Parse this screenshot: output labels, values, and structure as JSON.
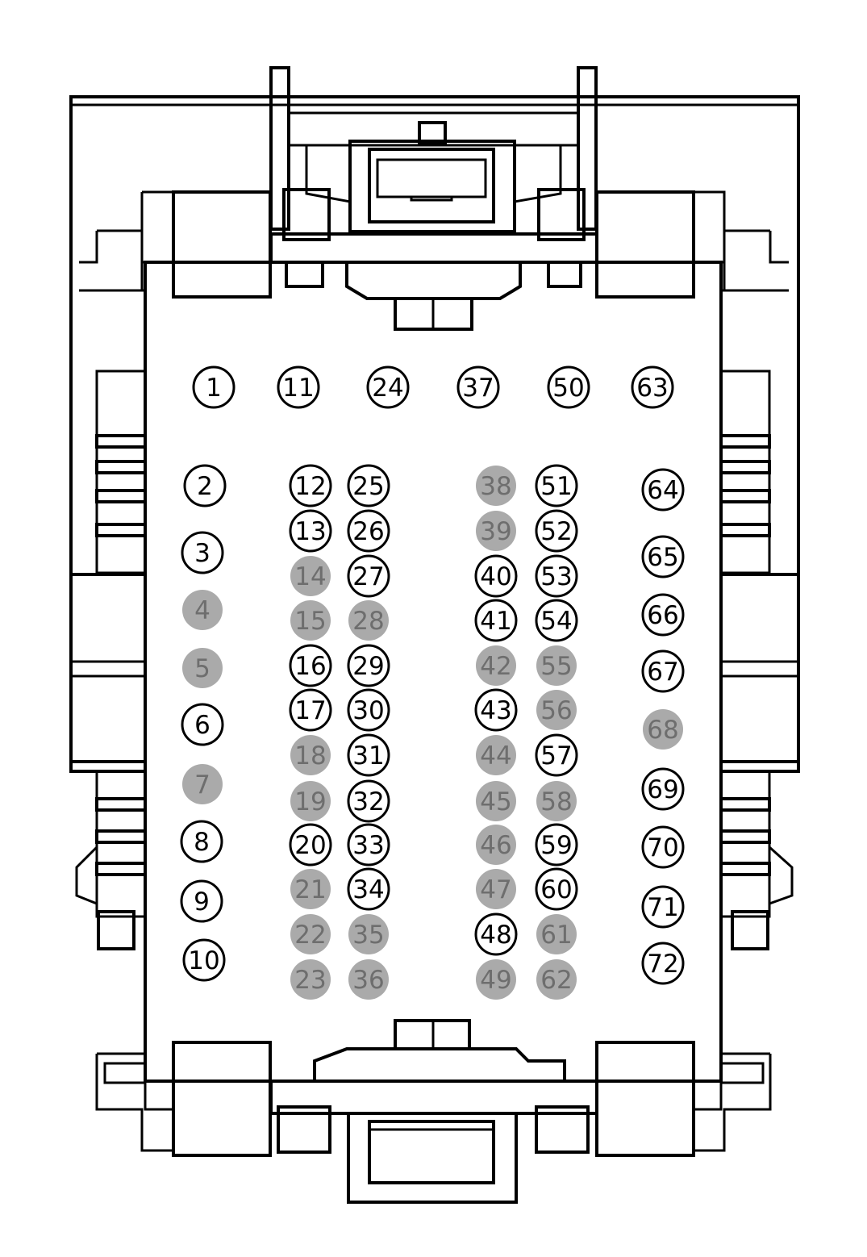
{
  "colors": {
    "line": "#000000",
    "background": "#ffffff",
    "available_fill": "#ffffff",
    "available_text": "#000000",
    "occupied_fill": "#aaaaaa",
    "occupied_text": "#6e6e6e"
  },
  "columns": [
    {
      "seats": [
        {
          "n": "1",
          "occupied": false
        },
        {
          "n": "2",
          "occupied": false
        },
        {
          "n": "3",
          "occupied": false
        },
        {
          "n": "4",
          "occupied": true
        },
        {
          "n": "5",
          "occupied": true
        },
        {
          "n": "6",
          "occupied": false
        },
        {
          "n": "7",
          "occupied": true
        },
        {
          "n": "8",
          "occupied": false
        },
        {
          "n": "9",
          "occupied": false
        },
        {
          "n": "10",
          "occupied": false
        }
      ]
    },
    {
      "seats": [
        {
          "n": "11",
          "occupied": false
        },
        {
          "n": "12",
          "occupied": false
        },
        {
          "n": "13",
          "occupied": false
        },
        {
          "n": "14",
          "occupied": true
        },
        {
          "n": "15",
          "occupied": true
        },
        {
          "n": "16",
          "occupied": false
        },
        {
          "n": "17",
          "occupied": false
        },
        {
          "n": "18",
          "occupied": true
        },
        {
          "n": "19",
          "occupied": true
        },
        {
          "n": "20",
          "occupied": false
        },
        {
          "n": "21",
          "occupied": true
        },
        {
          "n": "22",
          "occupied": true
        },
        {
          "n": "23",
          "occupied": true
        }
      ]
    },
    {
      "seats": [
        {
          "n": "24",
          "occupied": false
        },
        {
          "n": "25",
          "occupied": false
        },
        {
          "n": "26",
          "occupied": false
        },
        {
          "n": "27",
          "occupied": false
        },
        {
          "n": "28",
          "occupied": true
        },
        {
          "n": "29",
          "occupied": false
        },
        {
          "n": "30",
          "occupied": false
        },
        {
          "n": "31",
          "occupied": false
        },
        {
          "n": "32",
          "occupied": false
        },
        {
          "n": "33",
          "occupied": false
        },
        {
          "n": "34",
          "occupied": false
        },
        {
          "n": "35",
          "occupied": true
        },
        {
          "n": "36",
          "occupied": true
        }
      ]
    },
    {
      "seats": [
        {
          "n": "37",
          "occupied": false
        },
        {
          "n": "38",
          "occupied": true
        },
        {
          "n": "39",
          "occupied": true
        },
        {
          "n": "40",
          "occupied": false
        },
        {
          "n": "41",
          "occupied": false
        },
        {
          "n": "42",
          "occupied": true
        },
        {
          "n": "43",
          "occupied": false
        },
        {
          "n": "44",
          "occupied": true
        },
        {
          "n": "45",
          "occupied": true
        },
        {
          "n": "46",
          "occupied": true
        },
        {
          "n": "47",
          "occupied": true
        },
        {
          "n": "48",
          "occupied": false
        },
        {
          "n": "49",
          "occupied": true
        }
      ]
    },
    {
      "seats": [
        {
          "n": "50",
          "occupied": false
        },
        {
          "n": "51",
          "occupied": false
        },
        {
          "n": "52",
          "occupied": false
        },
        {
          "n": "53",
          "occupied": false
        },
        {
          "n": "54",
          "occupied": false
        },
        {
          "n": "55",
          "occupied": true
        },
        {
          "n": "56",
          "occupied": true
        },
        {
          "n": "57",
          "occupied": false
        },
        {
          "n": "58",
          "occupied": true
        },
        {
          "n": "59",
          "occupied": false
        },
        {
          "n": "60",
          "occupied": false
        },
        {
          "n": "61",
          "occupied": true
        },
        {
          "n": "62",
          "occupied": true
        }
      ]
    },
    {
      "seats": [
        {
          "n": "63",
          "occupied": false
        },
        {
          "n": "64",
          "occupied": false
        },
        {
          "n": "65",
          "occupied": false
        },
        {
          "n": "66",
          "occupied": false
        },
        {
          "n": "67",
          "occupied": false
        },
        {
          "n": "68",
          "occupied": true
        },
        {
          "n": "69",
          "occupied": false
        },
        {
          "n": "70",
          "occupied": false
        },
        {
          "n": "71",
          "occupied": false
        },
        {
          "n": "72",
          "occupied": false
        }
      ]
    }
  ]
}
